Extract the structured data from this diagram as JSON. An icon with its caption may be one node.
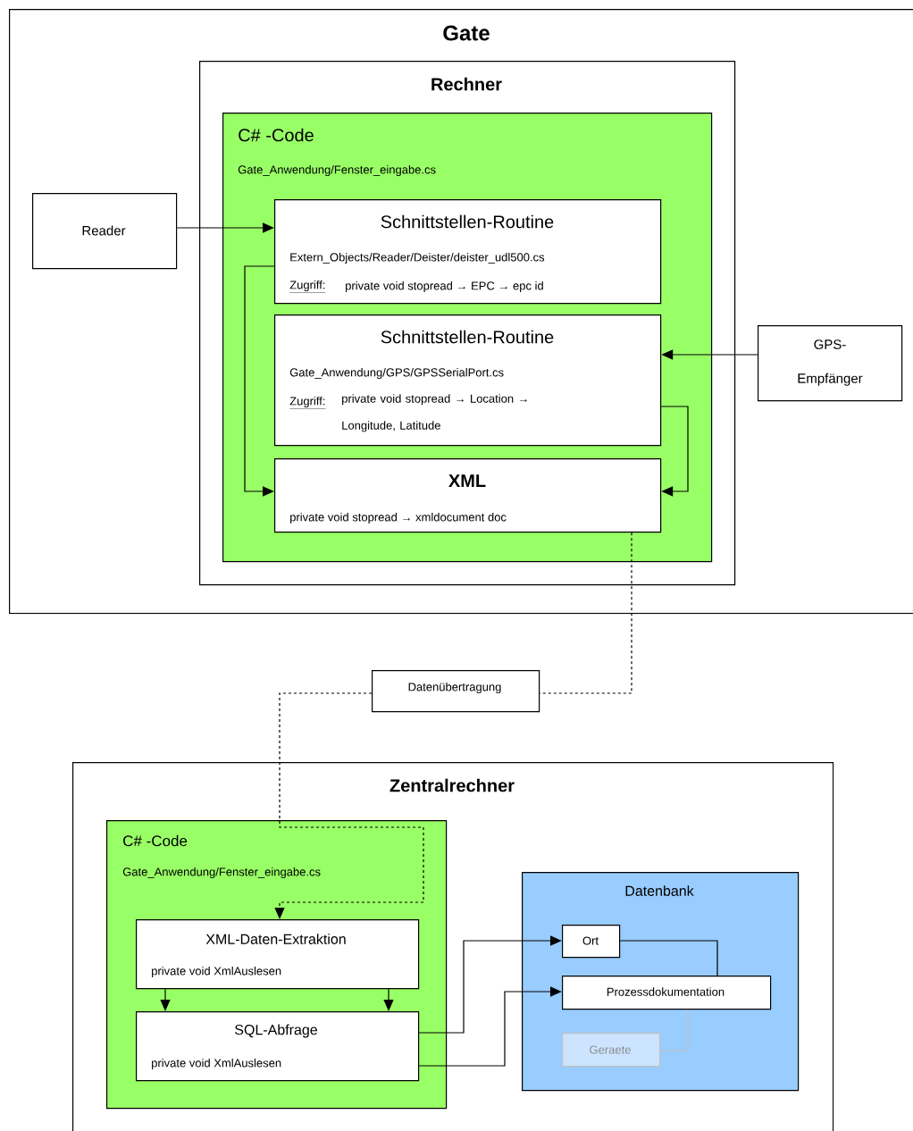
{
  "diagram": {
    "nodes": [
      {
        "text": [
          "Gate"
        ]
      },
      {
        "text": [
          "Rechner"
        ],
        "in": 0
      },
      {
        "text": [
          "C# -Code",
          "Gate_Anwendung/Fenster_eingabe.cs"
        ],
        "in": 1
      },
      {
        "text": [
          "Reader"
        ],
        "in": 0
      },
      {
        "text": [
          "Schnittstellen-Routine",
          "Extern_Objects/Reader/Deister/deister_udl500.cs",
          "Zugriff:",
          "private void stopread → EPC → epc id"
        ],
        "in": 2
      },
      {
        "text": [
          "Schnittstellen-Routine",
          "Gate_Anwendung/GPS/GPSSerialPort.cs",
          "Zugriff:",
          "private void stopread → Location → Longitude, Latitude"
        ],
        "in": 2
      },
      {
        "text": [
          "GPS- Empfänger"
        ],
        "in": 0
      },
      {
        "text": [
          "XML",
          "private void stopread → xmldocument doc"
        ],
        "in": 2
      },
      {
        "text": [
          "Datenübertragung"
        ]
      },
      {
        "text": [
          "Zentralrechner"
        ]
      },
      {
        "text": [
          "C# -Code",
          "Gate_Anwendung/Fenster_eingabe.cs"
        ],
        "in": 9
      },
      {
        "text": [
          "XML-Daten-Extraktion",
          "private void XmlAuslesen"
        ],
        "in": 10
      },
      {
        "text": [
          "SQL-Abfrage",
          "private void XmlAuslesen"
        ],
        "in": 10
      },
      {
        "text": [
          "Datenbank"
        ],
        "in": 9
      },
      {
        "text": [
          "Ort"
        ],
        "in": 13
      },
      {
        "text": [
          "Prozessdokumentation"
        ],
        "in": 13
      },
      {
        "text": [
          "Geraete"
        ],
        "in": 13
      }
    ],
    "edges": [
      {
        "from": 3,
        "to": 4,
        "arrow": "to"
      },
      {
        "from": 4,
        "to": 7,
        "arrow": "to"
      },
      {
        "from": 6,
        "to": 5,
        "arrow": "to"
      },
      {
        "from": 5,
        "to": 7,
        "arrow": "to"
      },
      {
        "from": 7,
        "to": 8,
        "arrow": "none",
        "style": "dashed"
      },
      {
        "from": 8,
        "to": 11,
        "arrow": "to",
        "style": "dashed"
      },
      {
        "from": 11,
        "to": 12,
        "arrow": "to"
      },
      {
        "from": 11,
        "to": 12,
        "arrow": "to"
      },
      {
        "from": 12,
        "to": 14,
        "arrow": "to"
      },
      {
        "from": 12,
        "to": 15,
        "arrow": "to"
      },
      {
        "from": 14,
        "to": 15,
        "arrow": "none"
      },
      {
        "from": 15,
        "to": 16,
        "arrow": "none",
        "color": "#c0c0c0"
      }
    ]
  }
}
